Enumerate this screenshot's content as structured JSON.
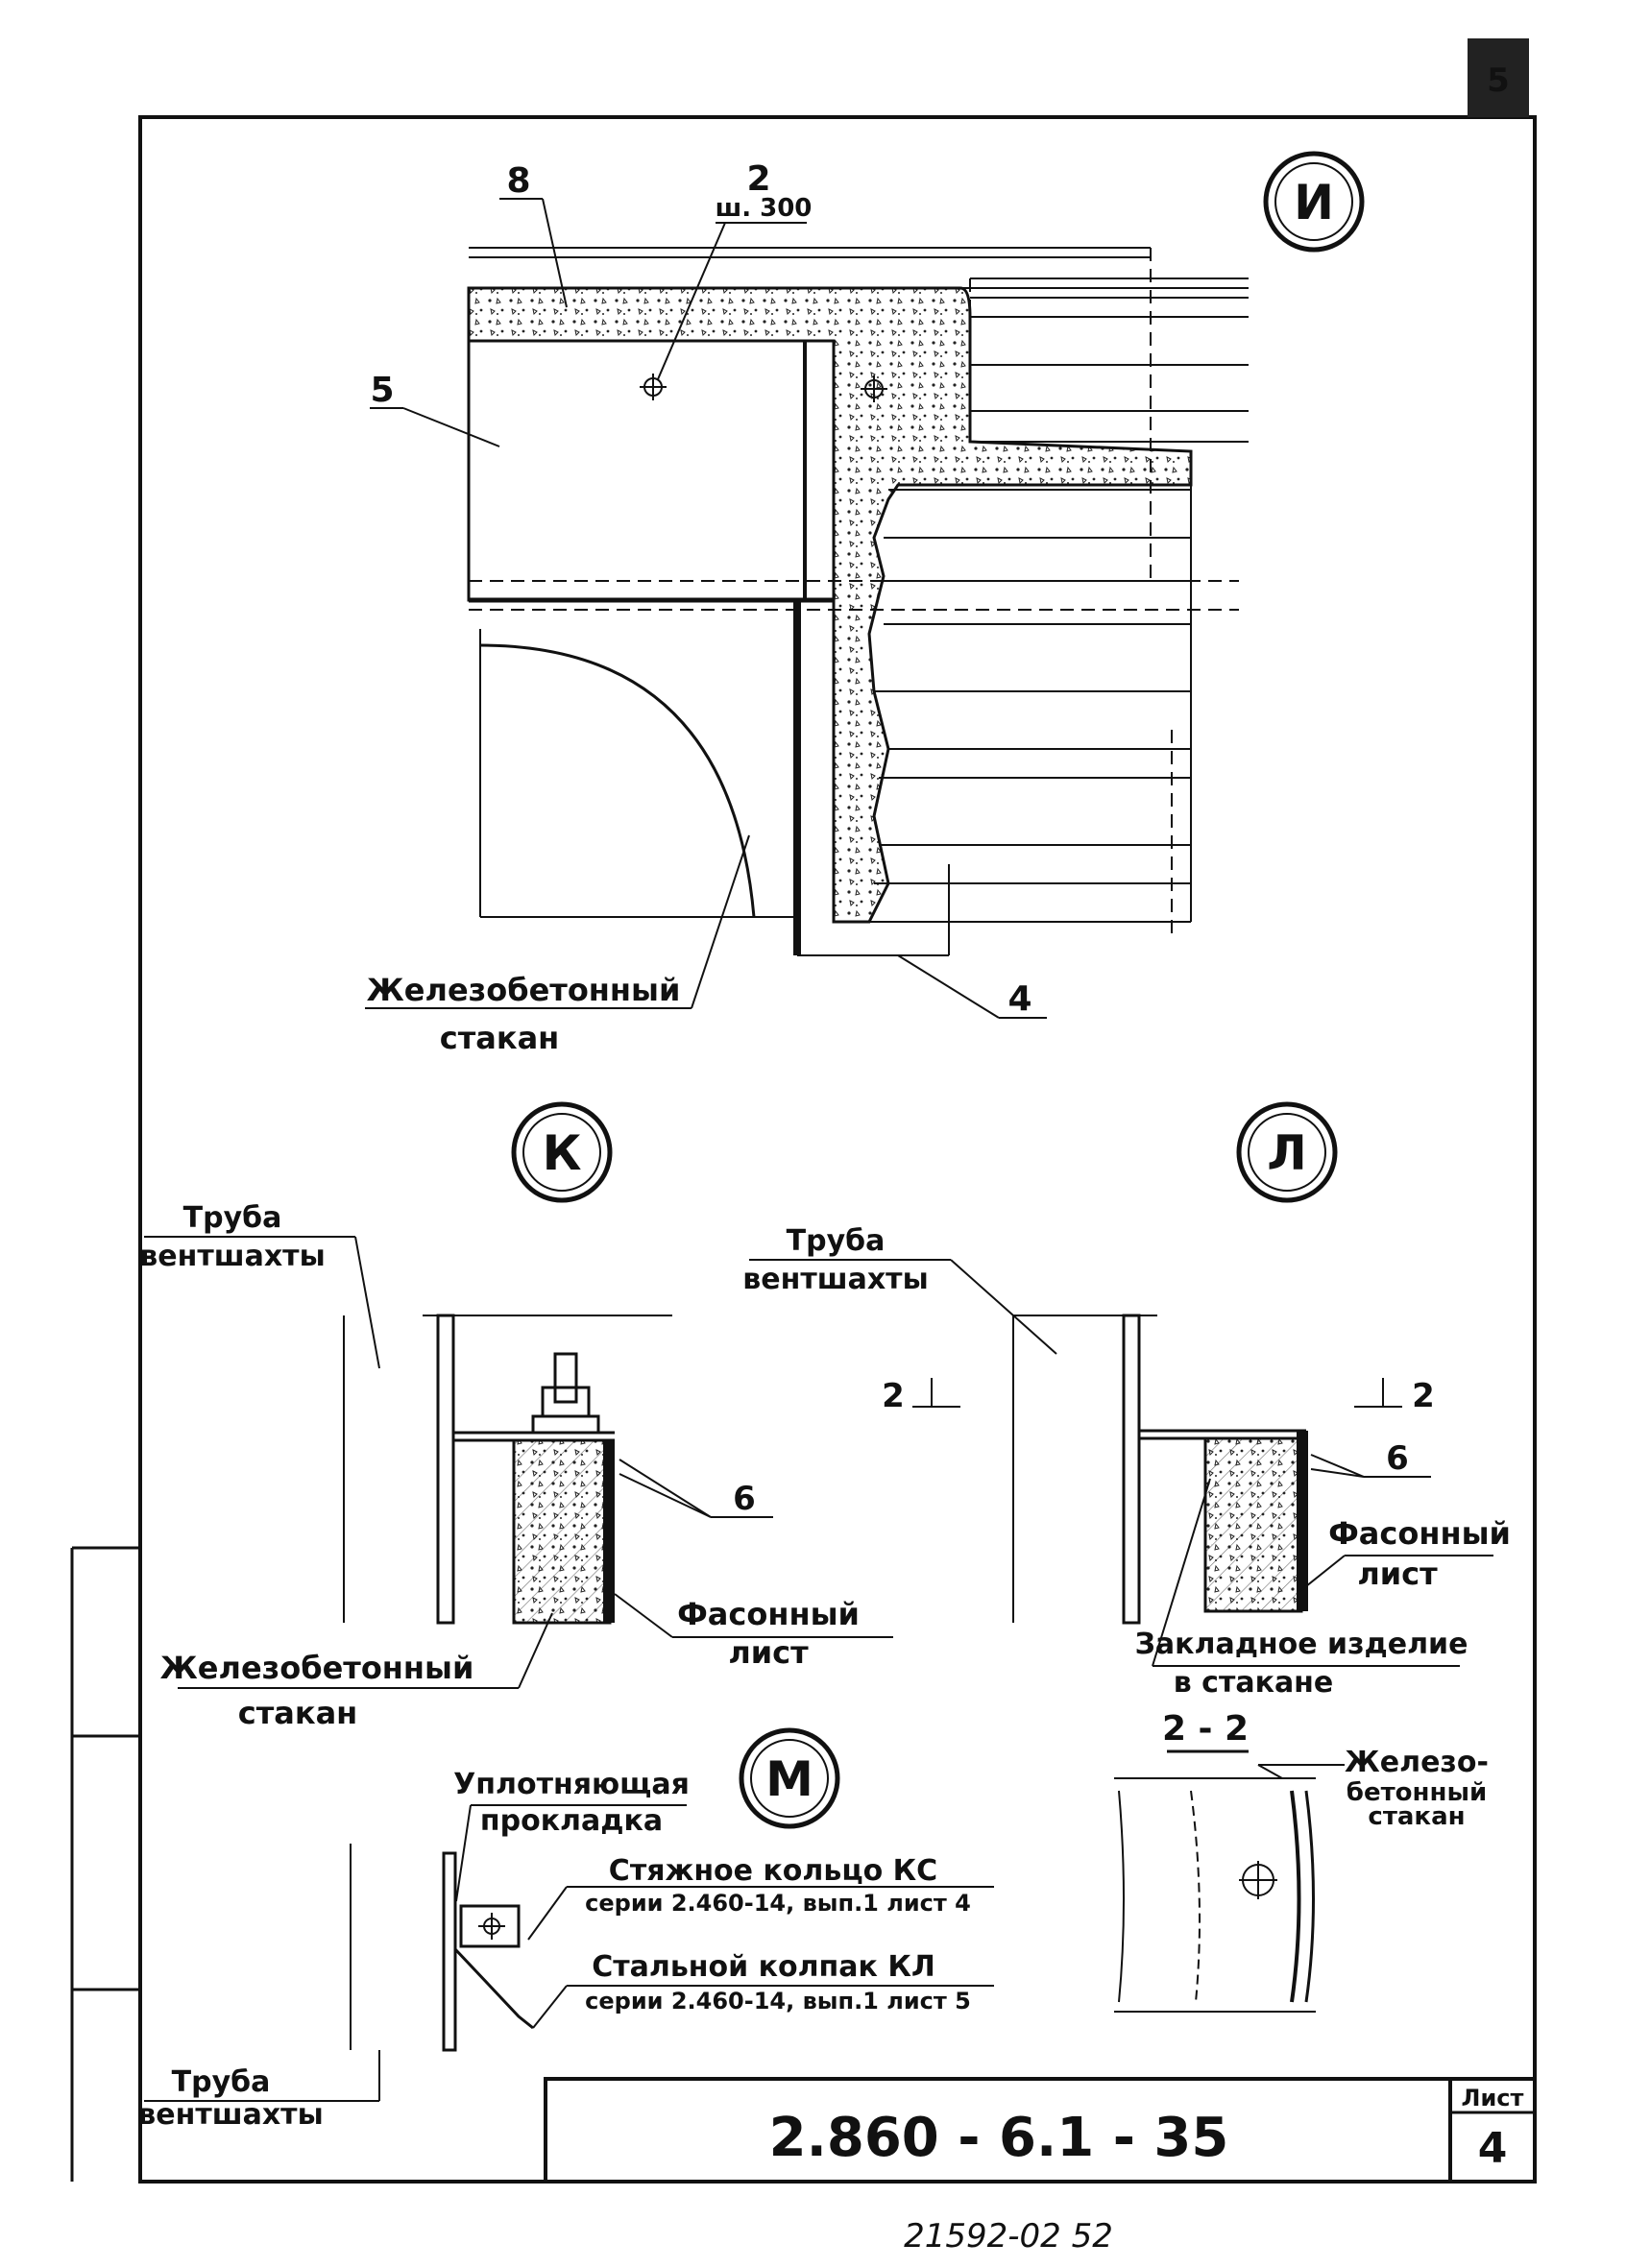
{
  "views": {
    "I": {
      "marker": "И",
      "callouts": {
        "c8": "8",
        "c2": "2",
        "c2_note": "ш. 300",
        "c5": "5",
        "c4": "4"
      },
      "label_glass": [
        "Железобетонный",
        "стакан"
      ]
    },
    "K": {
      "marker": "К",
      "pipe_label": [
        "Труба",
        "вентшахты"
      ],
      "c6": "6",
      "shaped_sheet": [
        "Фасонный",
        "лист"
      ],
      "glass": [
        "Железобетонный",
        "стакан"
      ]
    },
    "L": {
      "marker": "Л",
      "pipe_label": [
        "Труба",
        "вентшахты"
      ],
      "section_mark_left": "2",
      "section_mark_right": "2",
      "c6": "6",
      "shaped_sheet": [
        "Фасонный",
        "лист"
      ],
      "embedded": [
        "Закладное изделие",
        "в стакане"
      ]
    },
    "M": {
      "marker": "М",
      "seal": [
        "Уплотняющая",
        "прокладка"
      ],
      "ring": [
        "Стяжное кольцо КС",
        "серии 2.460-14, вып.1 лист 4"
      ],
      "cap": [
        "Стальной колпак КЛ",
        "серии 2.460-14, вып.1 лист 5"
      ],
      "pipe_label": [
        "Труба",
        "вентшахты"
      ]
    },
    "section22": {
      "title": "2 - 2",
      "glass": [
        "Железо-",
        "бетонный",
        "стакан"
      ]
    }
  },
  "title_block": {
    "doc_code": "2.860 - 6.1 - 35",
    "sheet_label": "Лист",
    "sheet_number": "4"
  },
  "footer_stamp": "21592-02   52",
  "corner_mark": "5"
}
